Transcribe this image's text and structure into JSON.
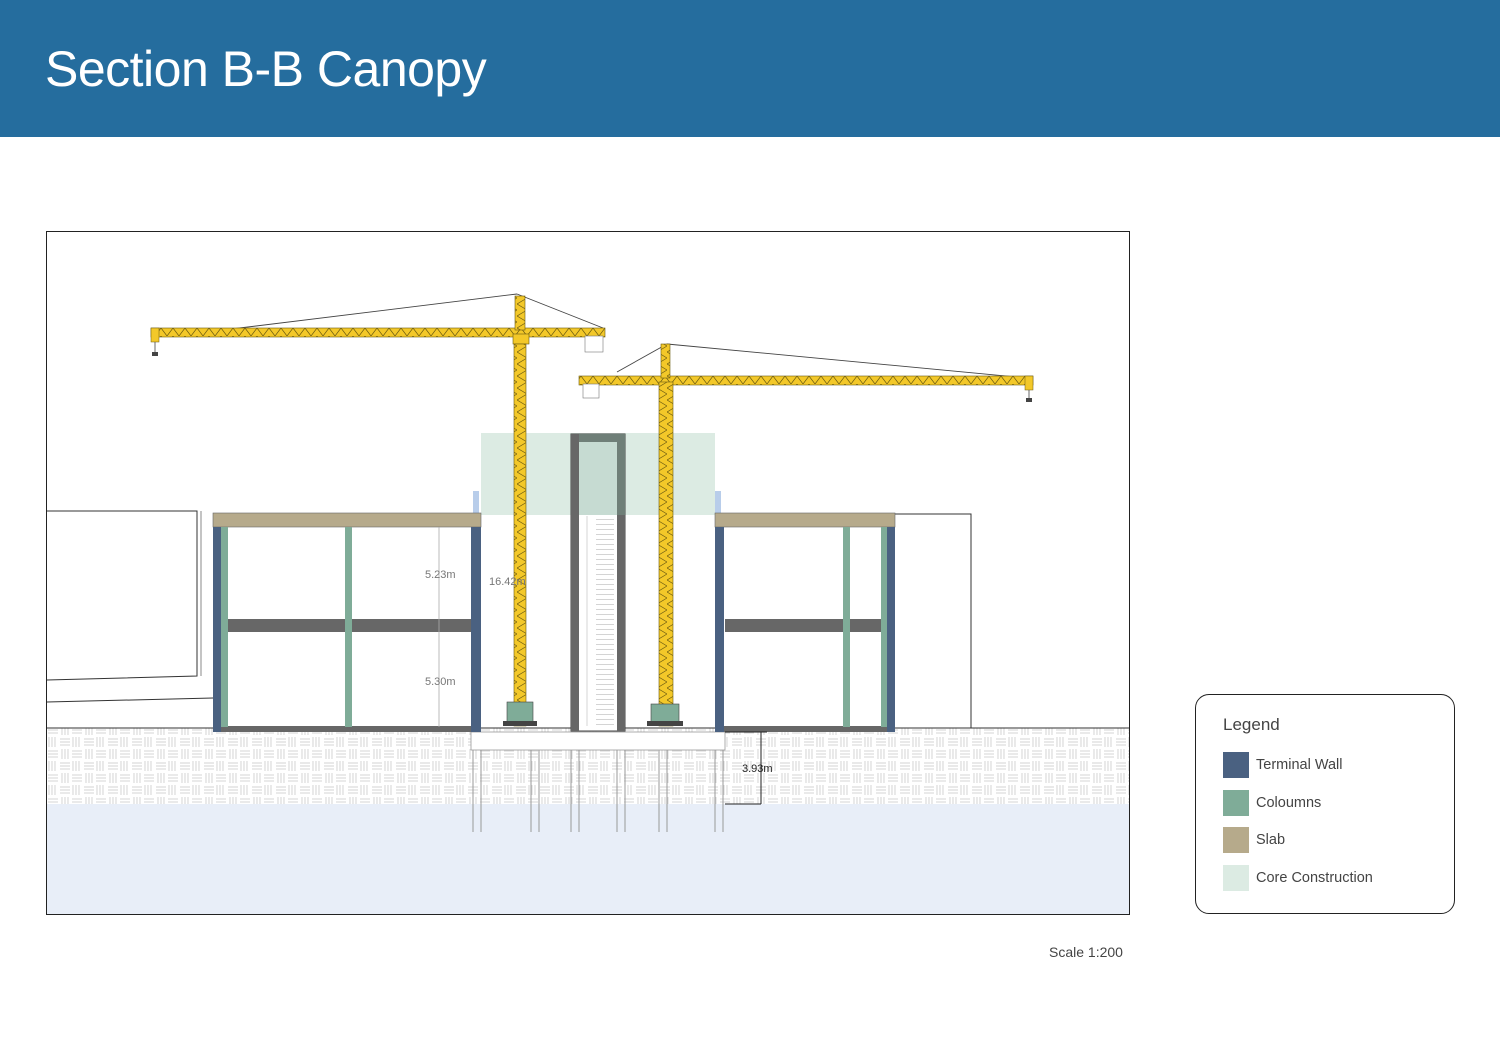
{
  "header": {
    "title": "Section B-B Canopy"
  },
  "drawing": {
    "dimensions": {
      "upper_floor": "5.23m",
      "lower_floor": "5.30m",
      "core_height": "16.42m",
      "foundation_depth": "3.93m"
    }
  },
  "scale": {
    "label": "Scale 1:200"
  },
  "legend": {
    "title": "Legend",
    "items": [
      {
        "label": "Terminal Wall",
        "color": "#4a6181"
      },
      {
        "label": "Coloumns",
        "color": "#7fac98"
      },
      {
        "label": "Slab",
        "color": "#b6aa8b"
      },
      {
        "label": "Core Construction",
        "color": "#dcebe3"
      }
    ]
  },
  "colors": {
    "header": "#256d9e",
    "crane": "#f3c829",
    "ground_hatch": "#ffffff",
    "groundwater": "#e8eef8"
  }
}
